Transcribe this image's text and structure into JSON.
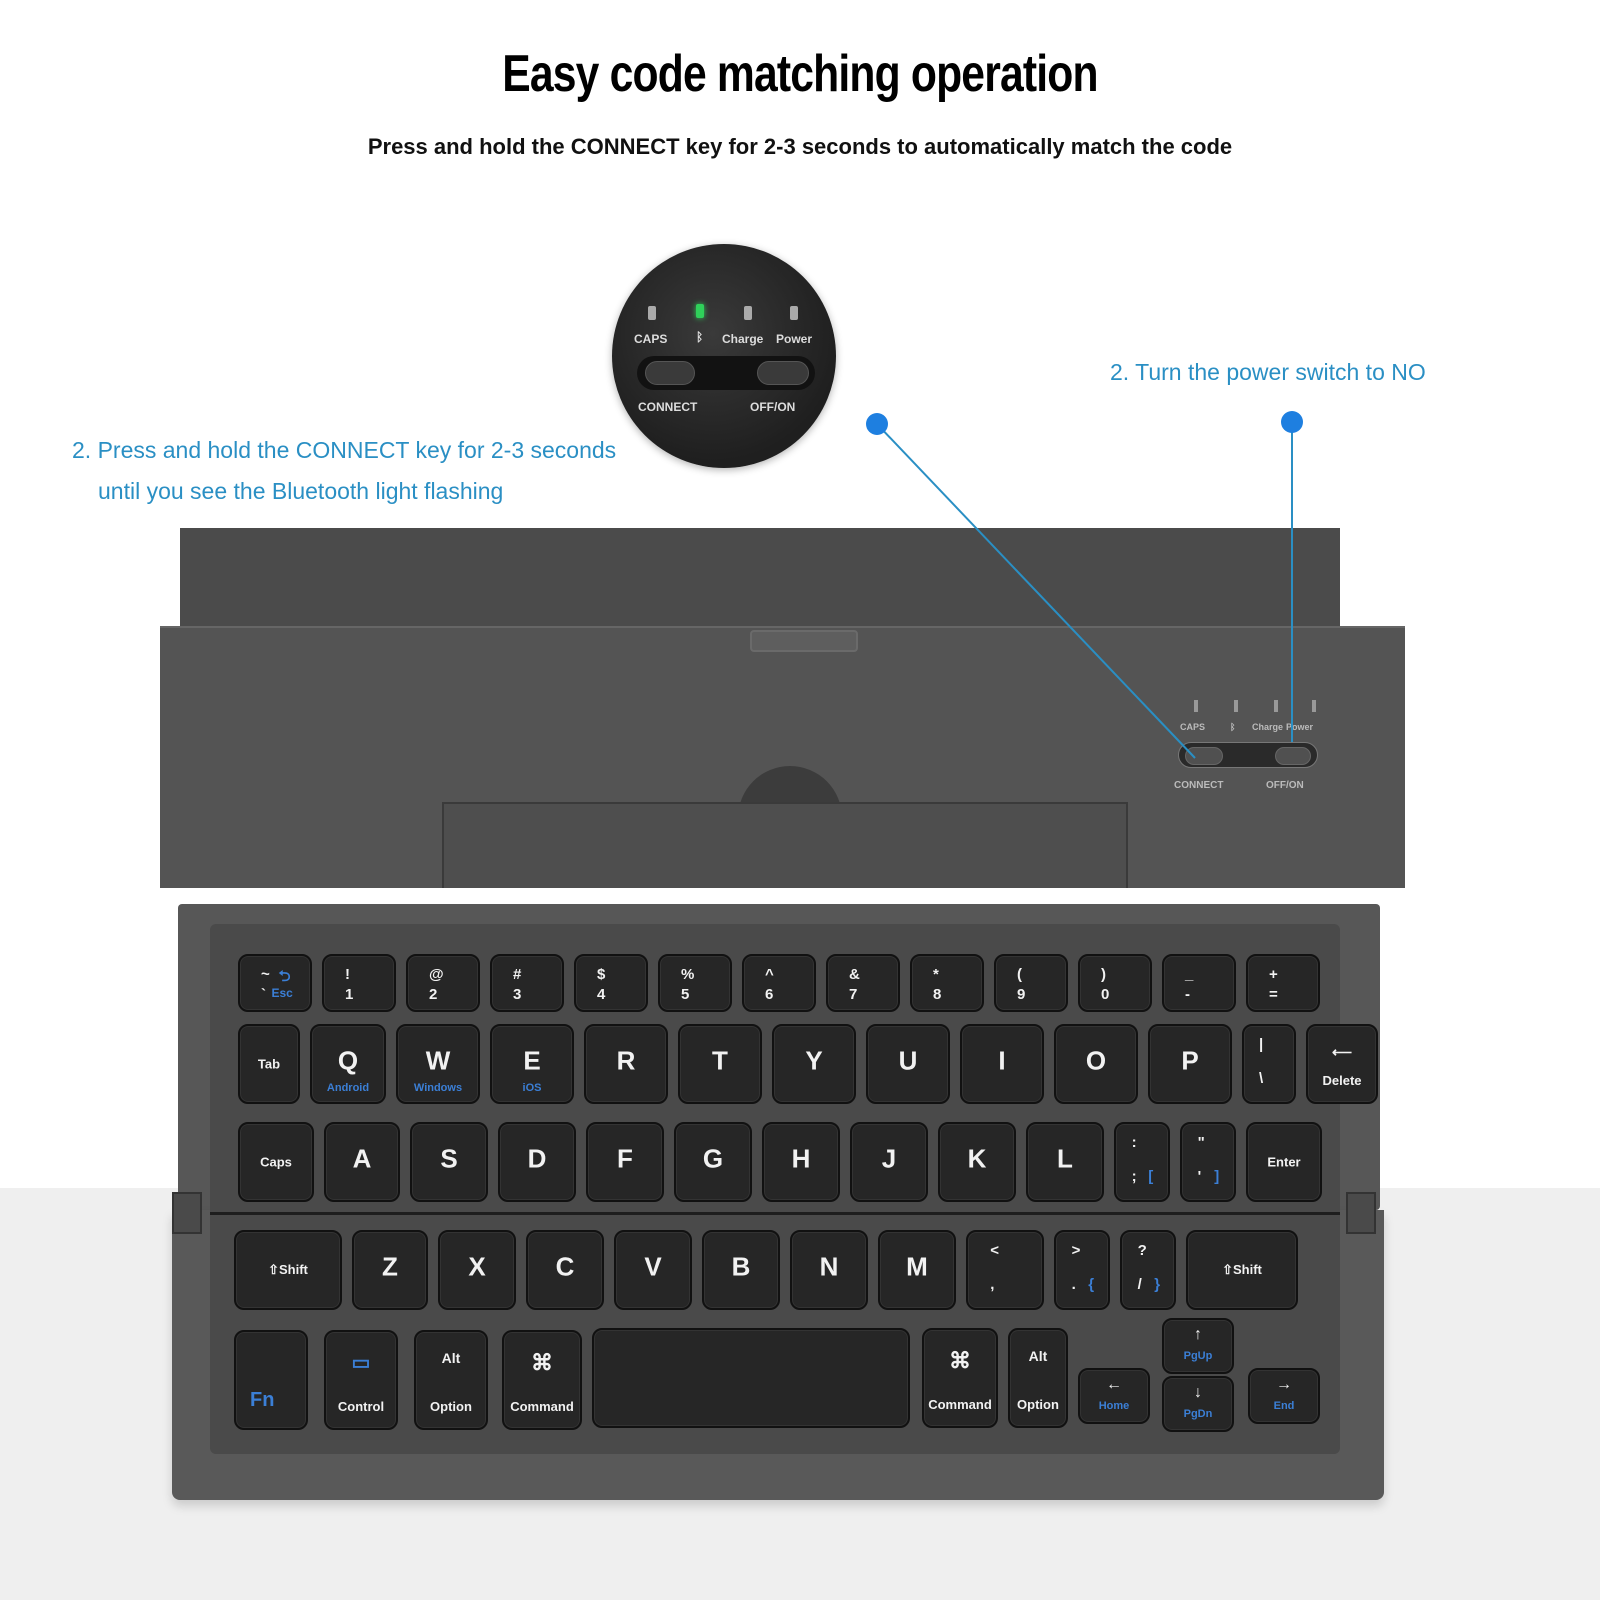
{
  "header": {
    "title": "Easy code matching operation",
    "subtitle": "Press and hold the CONNECT key for 2-3 seconds to automatically match the code"
  },
  "callouts": {
    "left_line1": "2. Press and hold the CONNECT key for 2-3 seconds",
    "left_line2": "until you see the Bluetooth light flashing",
    "right": "2. Turn the power switch to NO",
    "accent_color": "#2a8fc4",
    "dot_color": "#1e7fe0"
  },
  "indicator_panel": {
    "leds": [
      "CAPS",
      "bluetooth",
      "Charge",
      "Power"
    ],
    "bluetooth_symbol": "ᛒ",
    "active_led": "bluetooth",
    "connect_label": "CONNECT",
    "switch_label": "OFF/ON"
  },
  "keyboard": {
    "row1": [
      {
        "top": "~",
        "bot": "`",
        "blue_top": "⮌",
        "blue_bot": "Esc"
      },
      {
        "top": "!",
        "bot": "1"
      },
      {
        "top": "@",
        "bot": "2"
      },
      {
        "top": "#",
        "bot": "3"
      },
      {
        "top": "$",
        "bot": "4"
      },
      {
        "top": "%",
        "bot": "5"
      },
      {
        "top": "^",
        "bot": "6"
      },
      {
        "top": "&",
        "bot": "7"
      },
      {
        "top": "*",
        "bot": "8"
      },
      {
        "top": "(",
        "bot": "9"
      },
      {
        "top": ")",
        "bot": "0"
      },
      {
        "top": "_",
        "bot": "-"
      },
      {
        "top": "+",
        "bot": "="
      }
    ],
    "row2": [
      {
        "label": "Tab"
      },
      {
        "main": "Q",
        "sub": "Android"
      },
      {
        "main": "W",
        "sub": "Windows"
      },
      {
        "main": "E",
        "sub": "iOS"
      },
      {
        "main": "R"
      },
      {
        "main": "T"
      },
      {
        "main": "Y"
      },
      {
        "main": "U"
      },
      {
        "main": "I"
      },
      {
        "main": "O"
      },
      {
        "main": "P"
      },
      {
        "top": "|",
        "bot": "\\"
      },
      {
        "main": "⟵",
        "label": "Delete"
      }
    ],
    "row3": [
      {
        "label": "Caps"
      },
      {
        "main": "A"
      },
      {
        "main": "S"
      },
      {
        "main": "D"
      },
      {
        "main": "F"
      },
      {
        "main": "G"
      },
      {
        "main": "H"
      },
      {
        "main": "J"
      },
      {
        "main": "K"
      },
      {
        "main": "L"
      },
      {
        "top": ":",
        "bot": ";",
        "blue": "["
      },
      {
        "top": "\"",
        "bot": "'",
        "blue": "]"
      },
      {
        "label": "Enter"
      }
    ],
    "row4": [
      {
        "label": "⇧Shift"
      },
      {
        "main": "Z"
      },
      {
        "main": "X"
      },
      {
        "main": "C"
      },
      {
        "main": "V"
      },
      {
        "main": "B"
      },
      {
        "main": "N"
      },
      {
        "main": "M"
      },
      {
        "top": "<",
        "bot": ","
      },
      {
        "top": ">",
        "bot": ".",
        "blue": "{"
      },
      {
        "top": "?",
        "bot": "/",
        "blue": "}"
      },
      {
        "label": "⇧Shift"
      }
    ],
    "row5": {
      "fn": "Fn",
      "control": {
        "icon": "▭",
        "label": "Control"
      },
      "option_left": {
        "top": "Alt",
        "label": "Option"
      },
      "command_left": {
        "top": "⌘",
        "label": "Command"
      },
      "command_right": {
        "top": "⌘",
        "label": "Command"
      },
      "option_right": {
        "top": "Alt",
        "label": "Option"
      },
      "home": {
        "arrow": "←",
        "label": "Home"
      },
      "pgup": {
        "arrow": "↑",
        "label": "PgUp"
      },
      "pgdn": {
        "arrow": "↓",
        "label": "PgDn"
      },
      "end": {
        "arrow": "→",
        "label": "End"
      }
    }
  }
}
